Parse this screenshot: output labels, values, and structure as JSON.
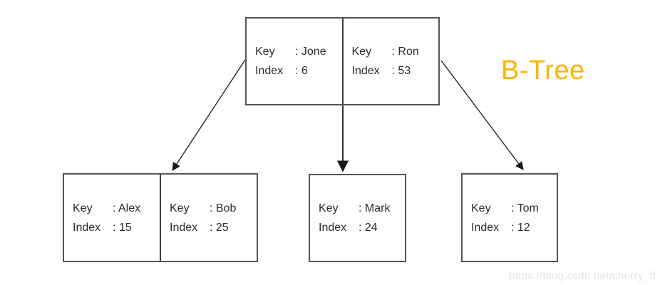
{
  "title": {
    "text": "B-Tree",
    "color": "#FFB300"
  },
  "watermark": {
    "text": "https://blog.csdn.net/cherry_ff",
    "color": "#E3E3E3"
  },
  "colors": {
    "node_border": "#555555",
    "node_text": "#2B2B2B",
    "arrow": "#1A1A1A",
    "background": "#FFFFFF"
  },
  "tree": {
    "root": {
      "cells": [
        {
          "key": {
            "label": "Key",
            "value": ": Jone"
          },
          "index": {
            "label": "Index",
            "value": ": 6"
          }
        },
        {
          "key": {
            "label": "Key",
            "value": ": Ron"
          },
          "index": {
            "label": "Index",
            "value": ": 53"
          }
        }
      ]
    },
    "children": [
      {
        "cells": [
          {
            "key": {
              "label": "Key",
              "value": ": Alex"
            },
            "index": {
              "label": "Index",
              "value": ": 15"
            }
          },
          {
            "key": {
              "label": "Key",
              "value": ": Bob"
            },
            "index": {
              "label": "Index",
              "value": ": 25"
            }
          }
        ]
      },
      {
        "cells": [
          {
            "key": {
              "label": "Key",
              "value": ": Mark"
            },
            "index": {
              "label": "Index",
              "value": ": 24"
            }
          }
        ]
      },
      {
        "cells": [
          {
            "key": {
              "label": "Key",
              "value": ": Tom"
            },
            "index": {
              "label": "Index",
              "value": ": 12"
            }
          }
        ]
      }
    ],
    "edges": [
      {
        "from": "root-cell-0",
        "to": "child-0"
      },
      {
        "from": "root-divider",
        "to": "child-1"
      },
      {
        "from": "root-cell-1",
        "to": "child-2"
      }
    ]
  }
}
